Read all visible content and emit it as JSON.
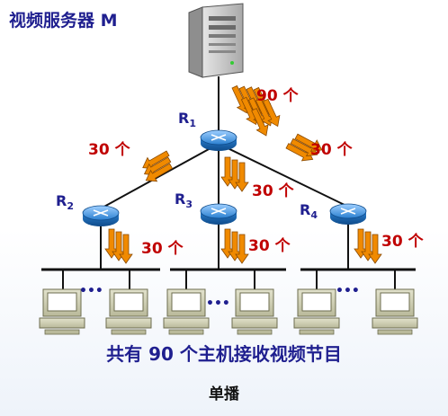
{
  "server": {
    "label": "视频服务器 M"
  },
  "routers": [
    {
      "name": "R",
      "sub": "1"
    },
    {
      "name": "R",
      "sub": "2"
    },
    {
      "name": "R",
      "sub": "3"
    },
    {
      "name": "R",
      "sub": "4"
    }
  ],
  "flows": {
    "server_to_r1": "90 个",
    "r1_to_r2": "30 个",
    "r1_to_r3": "30 个",
    "r1_to_r4": "30 个",
    "r2_to_lan": "30 个",
    "r3_to_lan": "30 个",
    "r4_to_lan": "30 个"
  },
  "ellipsis": "•••",
  "caption": "共有 90 个主机接收视频节目",
  "subcaption": "单播",
  "colors": {
    "label_blue": "#1f1f8f",
    "flow_red": "#c00000",
    "arrow_orange": "#f08a00",
    "router_blue": "#2a7fd0"
  }
}
